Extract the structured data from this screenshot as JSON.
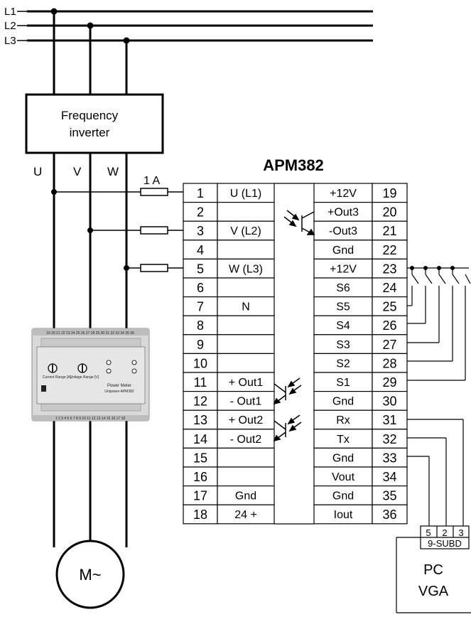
{
  "lines": [
    "L1",
    "L2",
    "L3"
  ],
  "inverter": {
    "line1": "Frequency",
    "line2": "inverter"
  },
  "phases": [
    "U",
    "V",
    "W"
  ],
  "fuse_label": "1 A",
  "title": "APM382",
  "left_terminals": [
    {
      "num": "1",
      "label": "U (L1)"
    },
    {
      "num": "2",
      "label": ""
    },
    {
      "num": "3",
      "label": "V (L2)"
    },
    {
      "num": "4",
      "label": ""
    },
    {
      "num": "5",
      "label": "W (L3)"
    },
    {
      "num": "6",
      "label": ""
    },
    {
      "num": "7",
      "label": "N"
    },
    {
      "num": "8",
      "label": ""
    },
    {
      "num": "9",
      "label": ""
    },
    {
      "num": "10",
      "label": ""
    },
    {
      "num": "11",
      "label": "+ Out1"
    },
    {
      "num": "12",
      "label": "- Out1"
    },
    {
      "num": "13",
      "label": "+ Out2"
    },
    {
      "num": "14",
      "label": "- Out2"
    },
    {
      "num": "15",
      "label": ""
    },
    {
      "num": "16",
      "label": ""
    },
    {
      "num": "17",
      "label": "Gnd"
    },
    {
      "num": "18",
      "label": "24 +"
    }
  ],
  "right_terminals": [
    {
      "num": "19",
      "label": "+12V"
    },
    {
      "num": "20",
      "label": "+Out3"
    },
    {
      "num": "21",
      "label": "-Out3"
    },
    {
      "num": "22",
      "label": "Gnd"
    },
    {
      "num": "23",
      "label": "+12V"
    },
    {
      "num": "24",
      "label": "S6"
    },
    {
      "num": "25",
      "label": "S5"
    },
    {
      "num": "26",
      "label": "S4"
    },
    {
      "num": "27",
      "label": "S3"
    },
    {
      "num": "28",
      "label": "S2"
    },
    {
      "num": "29",
      "label": "S1"
    },
    {
      "num": "30",
      "label": "Gnd"
    },
    {
      "num": "31",
      "label": "Rx"
    },
    {
      "num": "32",
      "label": "Tx"
    },
    {
      "num": "33",
      "label": "Gnd"
    },
    {
      "num": "34",
      "label": "Vout"
    },
    {
      "num": "35",
      "label": "Gnd"
    },
    {
      "num": "36",
      "label": "Iout"
    }
  ],
  "subd_pins": [
    "5",
    "2",
    "3"
  ],
  "subd_label": "9-SUBD",
  "pc": {
    "line1": "PC",
    "line2": "VGA"
  },
  "motor": "M~",
  "device": {
    "top_terminals": "19 20 21 22 23 24 25 26 27 28 29 30 31 32 33 34 35 36",
    "bottom_terminals": "1 2 3 4 5 6 7 8 9 10 11 12 13 14 15 16 17 18",
    "current_range": "Current Range [A]",
    "voltage_range": "Voltage Range [V]",
    "name1": "Power Meter",
    "name2": "Unipower APM382"
  }
}
